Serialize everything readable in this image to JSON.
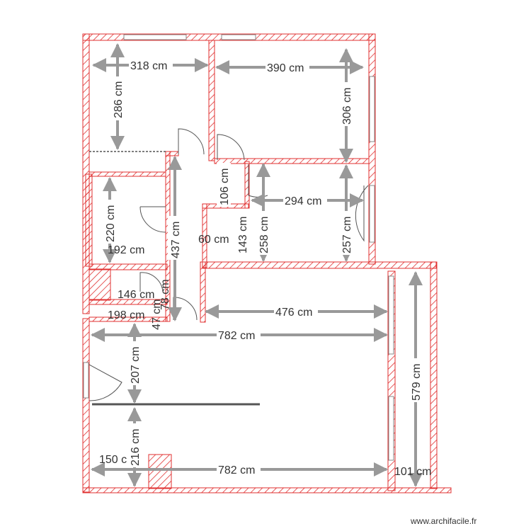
{
  "colors": {
    "wall_stroke": "#e03030",
    "dimension": "#999999",
    "door": "#555555",
    "window": "#888888",
    "label": "#333333"
  },
  "dimensions": {
    "d318": "318 cm",
    "d390": "390 cm",
    "d286": "286 cm",
    "d306": "306 cm",
    "d106": "106 cm",
    "d294": "294 cm",
    "d220": "220 cm",
    "d192": "192 cm",
    "d437": "437 cm",
    "d60": "60 cm",
    "d258": "258 cm",
    "d143": "143 cm",
    "d257": "257 cm",
    "d146": "146 cm",
    "d78": "78 cm",
    "d47": "47 cm",
    "d198": "198 cm",
    "d476": "476 cm",
    "d782_top": "782 cm",
    "d207": "207 cm",
    "d579": "579 cm",
    "d150": "150 cm",
    "d216": "216 cm",
    "d782_bottom": "782 cm",
    "d101": "101 cm"
  },
  "watermark": "www.archifacile.fr"
}
